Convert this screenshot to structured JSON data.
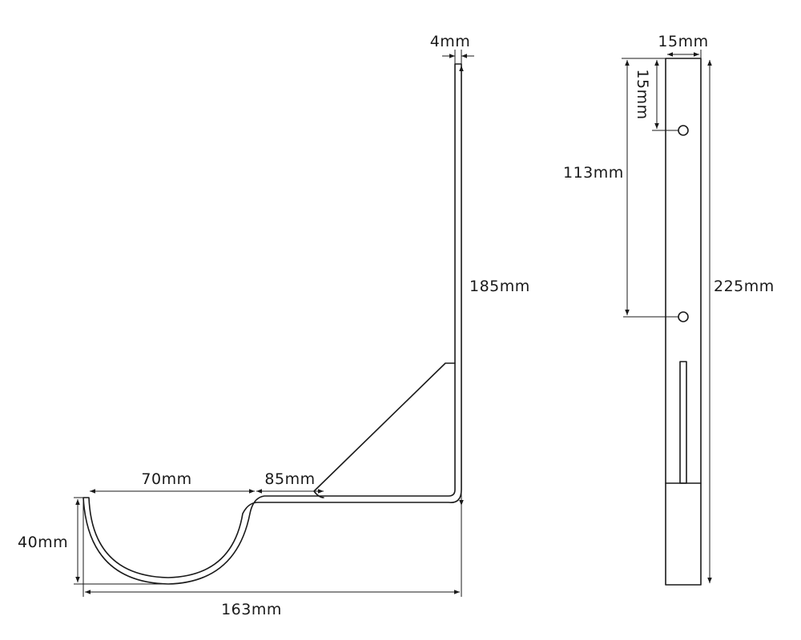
{
  "side_view": {
    "dimensions": {
      "thickness": "4mm",
      "height": "185mm",
      "cradle_width": "70mm",
      "arm_length": "85mm",
      "cradle_depth": "40mm",
      "overall_length": "163mm"
    }
  },
  "front_view": {
    "dimensions": {
      "width": "15mm",
      "hole_offset": "15mm",
      "hole_spacing": "113mm",
      "overall_height": "225mm"
    }
  }
}
